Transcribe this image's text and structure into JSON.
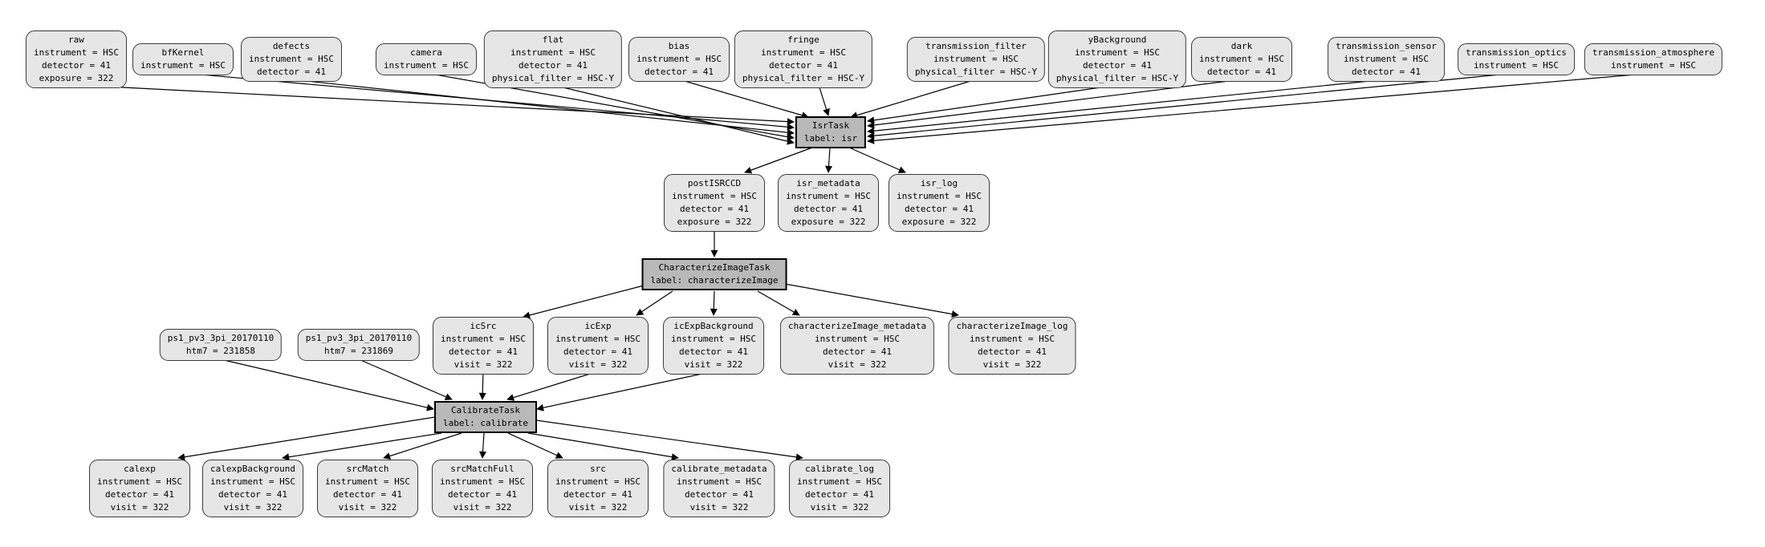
{
  "diagram": {
    "type": "pipeline-dag",
    "colors": {
      "dataset-fill": "#e6e6e6",
      "task-fill": "#b9b9b9",
      "node-border": "#3a3a3a",
      "task-border": "#000000",
      "edge-color": "#000000",
      "bg": "#ffffff"
    },
    "tasks": {
      "isr": {
        "title": "IsrTask",
        "label": "label: isr"
      },
      "characterizeImage": {
        "title": "CharacterizeImageTask",
        "label": "label: characterizeImage"
      },
      "calibrate": {
        "title": "CalibrateTask",
        "label": "label: calibrate"
      }
    },
    "datasets": {
      "raw": {
        "title": "raw",
        "lines": [
          "instrument = HSC",
          "detector = 41",
          "exposure = 322"
        ]
      },
      "bfKernel": {
        "title": "bfKernel",
        "lines": [
          "instrument = HSC"
        ]
      },
      "defects": {
        "title": "defects",
        "lines": [
          "instrument = HSC",
          "detector = 41"
        ]
      },
      "camera": {
        "title": "camera",
        "lines": [
          "instrument = HSC"
        ]
      },
      "flat": {
        "title": "flat",
        "lines": [
          "instrument = HSC",
          "detector = 41",
          "physical_filter = HSC-Y"
        ]
      },
      "bias": {
        "title": "bias",
        "lines": [
          "instrument = HSC",
          "detector = 41"
        ]
      },
      "fringe": {
        "title": "fringe",
        "lines": [
          "instrument = HSC",
          "detector = 41",
          "physical_filter = HSC-Y"
        ]
      },
      "transmission_filter": {
        "title": "transmission_filter",
        "lines": [
          "instrument = HSC",
          "physical_filter = HSC-Y"
        ]
      },
      "yBackground": {
        "title": "yBackground",
        "lines": [
          "instrument = HSC",
          "detector = 41",
          "physical_filter = HSC-Y"
        ]
      },
      "dark": {
        "title": "dark",
        "lines": [
          "instrument = HSC",
          "detector = 41"
        ]
      },
      "transmission_sensor": {
        "title": "transmission_sensor",
        "lines": [
          "instrument = HSC",
          "detector = 41"
        ]
      },
      "transmission_optics": {
        "title": "transmission_optics",
        "lines": [
          "instrument = HSC"
        ]
      },
      "transmission_atmosphere": {
        "title": "transmission_atmosphere",
        "lines": [
          "instrument = HSC"
        ]
      },
      "postISRCCD": {
        "title": "postISRCCD",
        "lines": [
          "instrument = HSC",
          "detector = 41",
          "exposure = 322"
        ]
      },
      "isr_metadata": {
        "title": "isr_metadata",
        "lines": [
          "instrument = HSC",
          "detector = 41",
          "exposure = 322"
        ]
      },
      "isr_log": {
        "title": "isr_log",
        "lines": [
          "instrument = HSC",
          "detector = 41",
          "exposure = 322"
        ]
      },
      "icSrc": {
        "title": "icSrc",
        "lines": [
          "instrument = HSC",
          "detector = 41",
          "visit = 322"
        ]
      },
      "icExp": {
        "title": "icExp",
        "lines": [
          "instrument = HSC",
          "detector = 41",
          "visit = 322"
        ]
      },
      "icExpBackground": {
        "title": "icExpBackground",
        "lines": [
          "instrument = HSC",
          "detector = 41",
          "visit = 322"
        ]
      },
      "characterizeImage_metadata": {
        "title": "characterizeImage_metadata",
        "lines": [
          "instrument = HSC",
          "detector = 41",
          "visit = 322"
        ]
      },
      "characterizeImage_log": {
        "title": "characterizeImage_log",
        "lines": [
          "instrument = HSC",
          "detector = 41",
          "visit = 322"
        ]
      },
      "ps1_htm7_231858": {
        "title": "ps1_pv3_3pi_20170110",
        "lines": [
          "htm7 = 231858"
        ]
      },
      "ps1_htm7_231869": {
        "title": "ps1_pv3_3pi_20170110",
        "lines": [
          "htm7 = 231869"
        ]
      },
      "calexp": {
        "title": "calexp",
        "lines": [
          "instrument = HSC",
          "detector = 41",
          "visit = 322"
        ]
      },
      "calexpBackground": {
        "title": "calexpBackground",
        "lines": [
          "instrument = HSC",
          "detector = 41",
          "visit = 322"
        ]
      },
      "srcMatch": {
        "title": "srcMatch",
        "lines": [
          "instrument = HSC",
          "detector = 41",
          "visit = 322"
        ]
      },
      "srcMatchFull": {
        "title": "srcMatchFull",
        "lines": [
          "instrument = HSC",
          "detector = 41",
          "visit = 322"
        ]
      },
      "src": {
        "title": "src",
        "lines": [
          "instrument = HSC",
          "detector = 41",
          "visit = 322"
        ]
      },
      "calibrate_metadata": {
        "title": "calibrate_metadata",
        "lines": [
          "instrument = HSC",
          "detector = 41",
          "visit = 322"
        ]
      },
      "calibrate_log": {
        "title": "calibrate_log",
        "lines": [
          "instrument = HSC",
          "detector = 41",
          "visit = 322"
        ]
      }
    },
    "edges": [
      {
        "from": "raw",
        "to": "IsrTask"
      },
      {
        "from": "bfKernel",
        "to": "IsrTask"
      },
      {
        "from": "defects",
        "to": "IsrTask"
      },
      {
        "from": "camera",
        "to": "IsrTask"
      },
      {
        "from": "flat",
        "to": "IsrTask"
      },
      {
        "from": "bias",
        "to": "IsrTask"
      },
      {
        "from": "fringe",
        "to": "IsrTask"
      },
      {
        "from": "transmission_filter",
        "to": "IsrTask"
      },
      {
        "from": "yBackground",
        "to": "IsrTask"
      },
      {
        "from": "dark",
        "to": "IsrTask"
      },
      {
        "from": "transmission_sensor",
        "to": "IsrTask"
      },
      {
        "from": "transmission_optics",
        "to": "IsrTask"
      },
      {
        "from": "transmission_atmosphere",
        "to": "IsrTask"
      },
      {
        "from": "IsrTask",
        "to": "postISRCCD"
      },
      {
        "from": "IsrTask",
        "to": "isr_metadata"
      },
      {
        "from": "IsrTask",
        "to": "isr_log"
      },
      {
        "from": "postISRCCD",
        "to": "CharacterizeImageTask"
      },
      {
        "from": "CharacterizeImageTask",
        "to": "icSrc"
      },
      {
        "from": "CharacterizeImageTask",
        "to": "icExp"
      },
      {
        "from": "CharacterizeImageTask",
        "to": "icExpBackground"
      },
      {
        "from": "CharacterizeImageTask",
        "to": "characterizeImage_metadata"
      },
      {
        "from": "CharacterizeImageTask",
        "to": "characterizeImage_log"
      },
      {
        "from": "ps1_htm7_231858",
        "to": "CalibrateTask"
      },
      {
        "from": "ps1_htm7_231869",
        "to": "CalibrateTask"
      },
      {
        "from": "icSrc",
        "to": "CalibrateTask"
      },
      {
        "from": "icExp",
        "to": "CalibrateTask"
      },
      {
        "from": "icExpBackground",
        "to": "CalibrateTask"
      },
      {
        "from": "CalibrateTask",
        "to": "calexp"
      },
      {
        "from": "CalibrateTask",
        "to": "calexpBackground"
      },
      {
        "from": "CalibrateTask",
        "to": "srcMatch"
      },
      {
        "from": "CalibrateTask",
        "to": "srcMatchFull"
      },
      {
        "from": "CalibrateTask",
        "to": "src"
      },
      {
        "from": "CalibrateTask",
        "to": "calibrate_metadata"
      },
      {
        "from": "CalibrateTask",
        "to": "calibrate_log"
      }
    ]
  }
}
